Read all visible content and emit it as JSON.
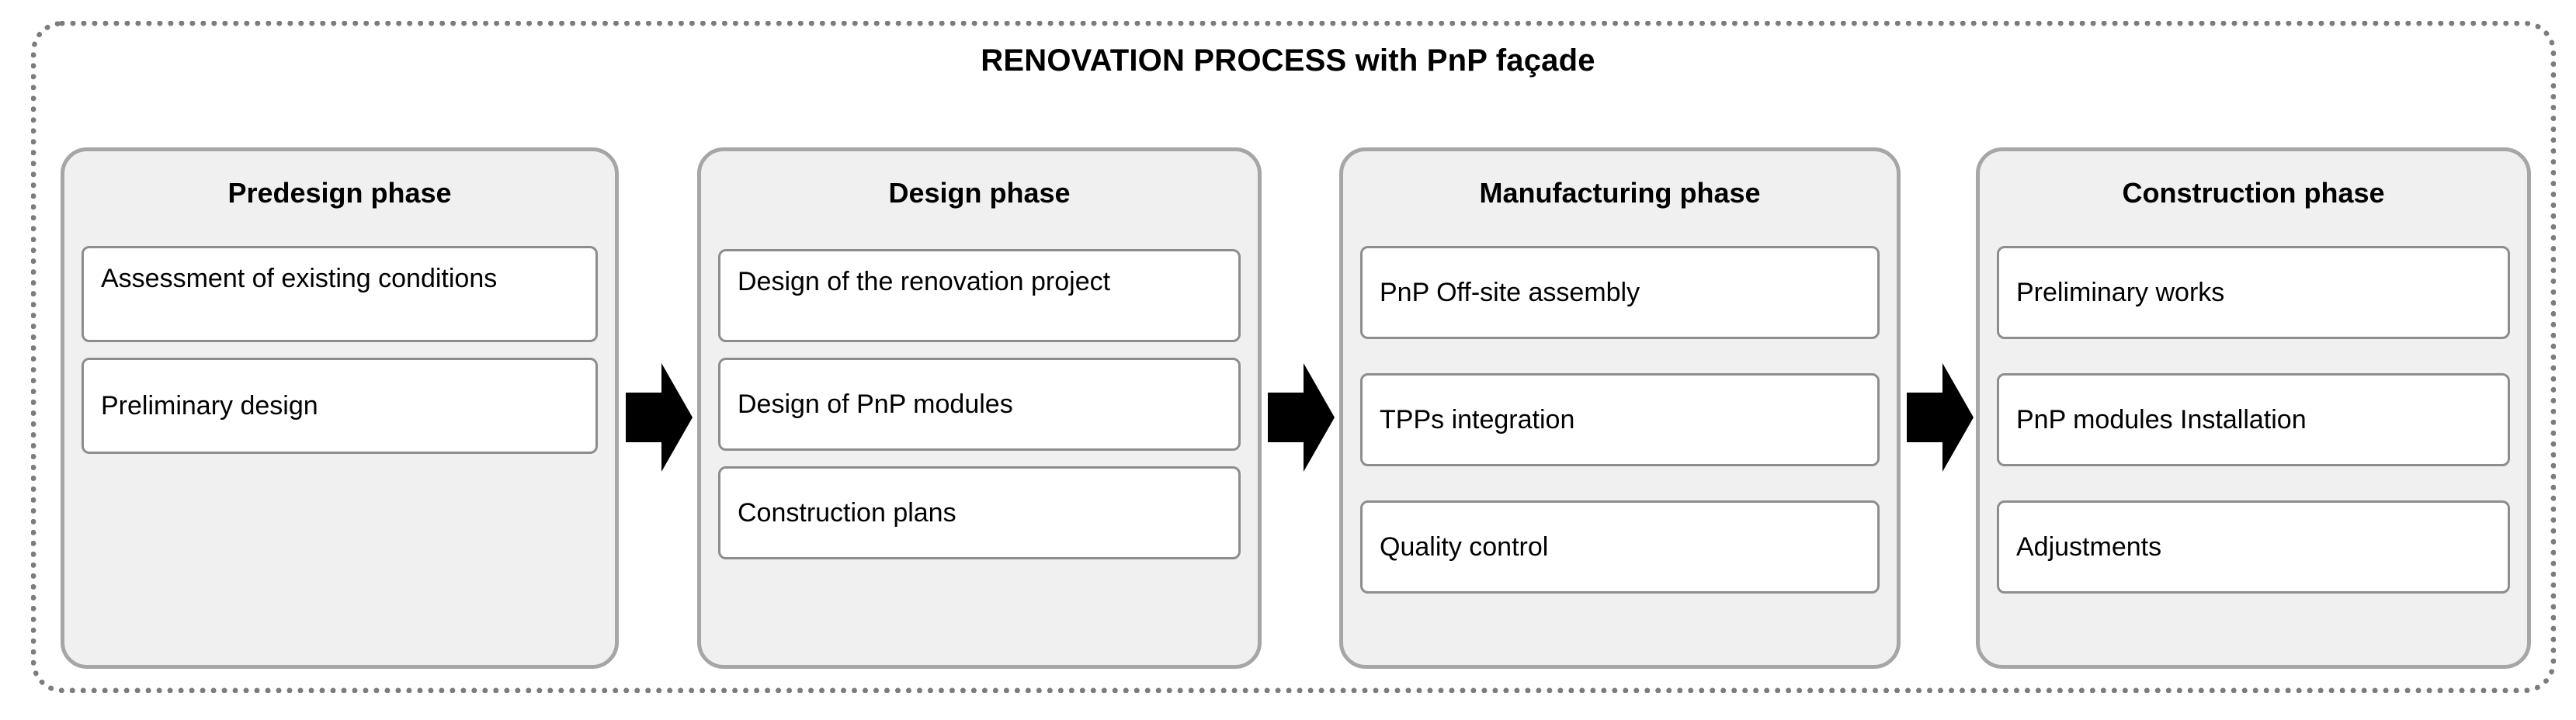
{
  "diagram": {
    "title": "RENOVATION PROCESS with PnP façade",
    "frame_style": "dotted",
    "frame_color": "#7c7c7c",
    "phase_fill": "#f0f0f0",
    "phase_border": "#a6a6a6",
    "item_fill": "#ffffff",
    "item_border": "#8d8d8d",
    "arrow_color": "#000000"
  },
  "phases": [
    {
      "title": "Predesign phase",
      "items": [
        {
          "label": "Assessment of existing conditions"
        },
        {
          "label": "Preliminary design"
        }
      ]
    },
    {
      "title": "Design phase",
      "items": [
        {
          "label": "Design of the renovation project"
        },
        {
          "label": "Design of PnP modules"
        },
        {
          "label": "Construction plans"
        }
      ]
    },
    {
      "title": "Manufacturing phase",
      "items": [
        {
          "label": "PnP Off-site assembly"
        },
        {
          "label": "TPPs integration"
        },
        {
          "label": "Quality control"
        }
      ]
    },
    {
      "title": "Construction phase",
      "items": [
        {
          "label": "Preliminary works"
        },
        {
          "label": "PnP modules Installation"
        },
        {
          "label": "Adjustments"
        }
      ]
    }
  ],
  "arrows": [
    {
      "name": "arrow-predesign-to-design",
      "direction": "right"
    },
    {
      "name": "arrow-design-to-manufacturing",
      "direction": "right"
    },
    {
      "name": "arrow-manufacturing-to-construction",
      "direction": "right"
    }
  ]
}
